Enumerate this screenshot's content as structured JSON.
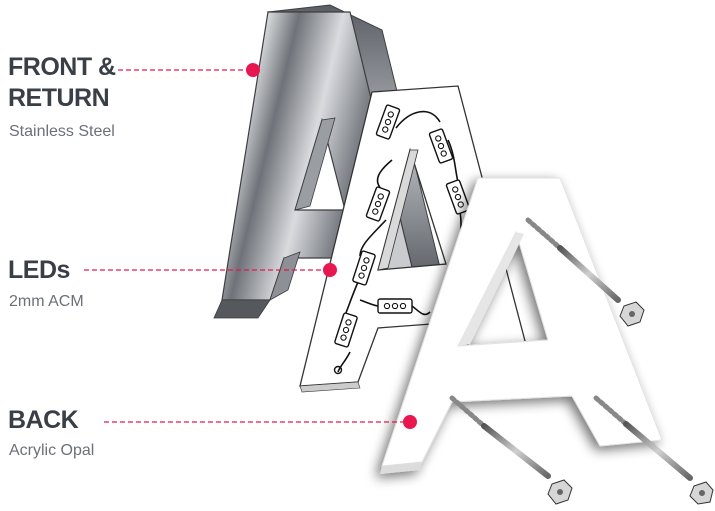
{
  "labels": {
    "front": {
      "title_line1": "FRONT &",
      "title_line2": "RETURN",
      "subtitle": "Stainless Steel"
    },
    "leds": {
      "title": "LEDs",
      "subtitle": "2mm ACM"
    },
    "back": {
      "title": "BACK",
      "subtitle": "Acrylic Opal"
    }
  },
  "colors": {
    "accent": "#e8174f",
    "label_text": "#3a3f47",
    "sub_text": "#6b7079",
    "steel_dark": "#7e8187",
    "steel_light": "#e9eaec",
    "panel_outline": "#222222",
    "back_panel": "#ffffff"
  },
  "parts": [
    "stainless-steel-front-return",
    "acm-led-panel",
    "acrylic-opal-back"
  ]
}
